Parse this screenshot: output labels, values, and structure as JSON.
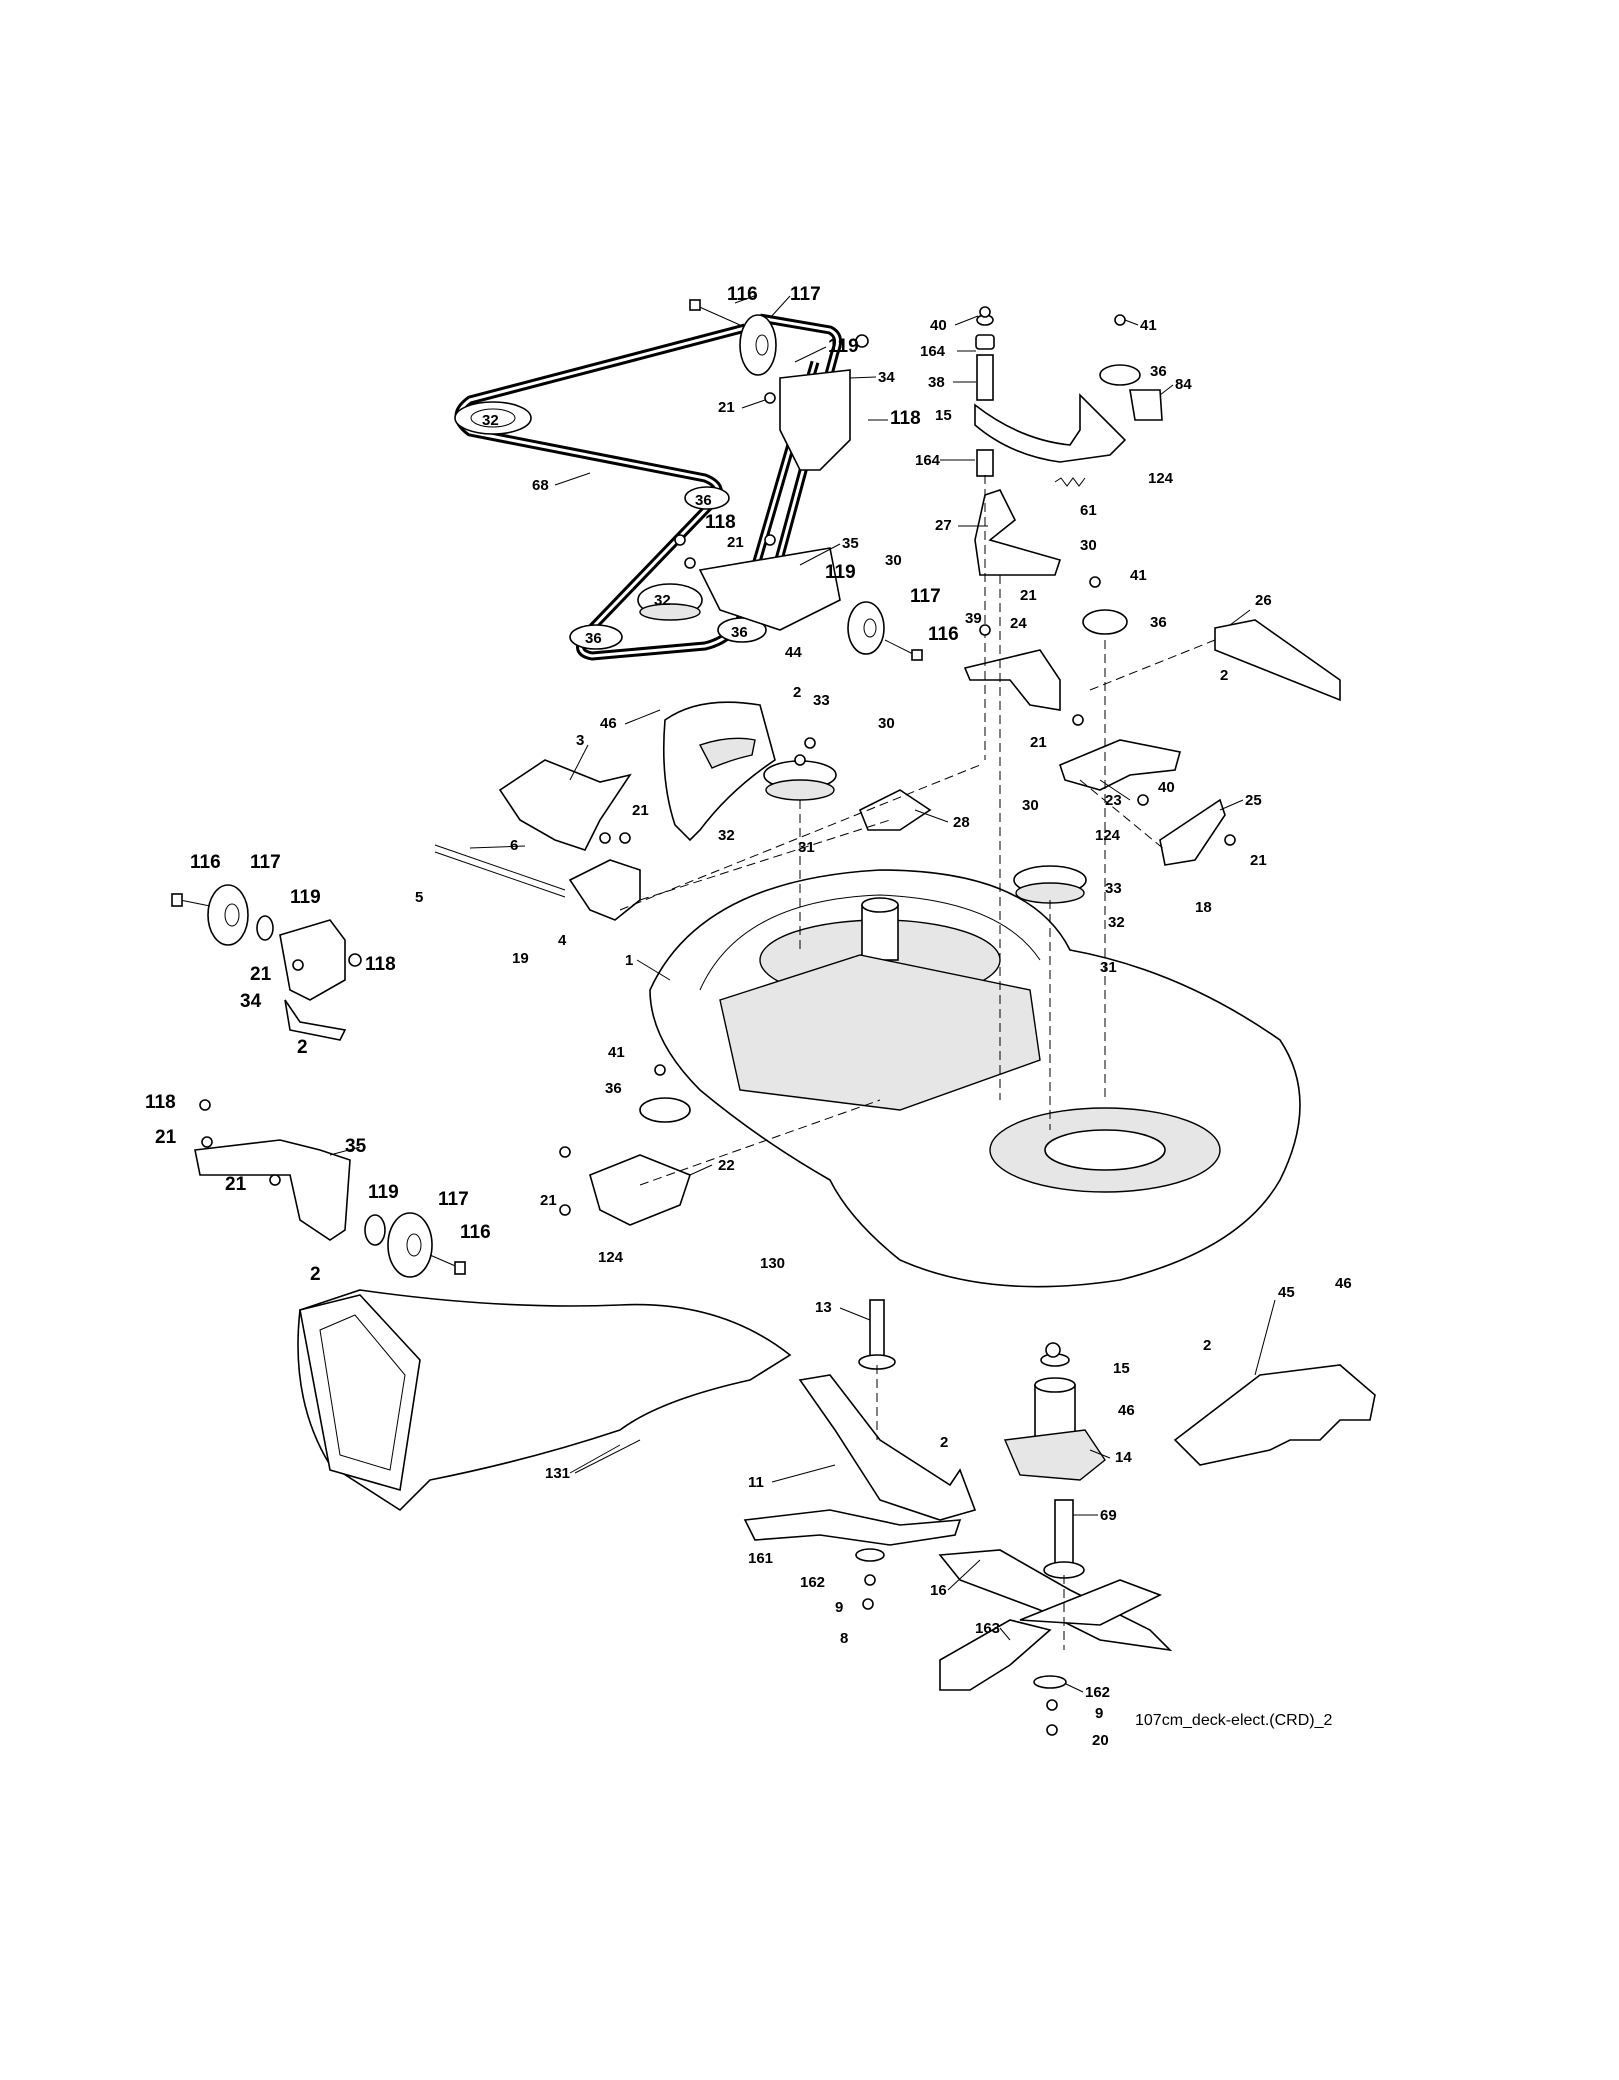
{
  "diagram": {
    "caption": "107cm_deck-elect.(CRD)_2",
    "callouts": {
      "c116a": "116",
      "c117a": "117",
      "c119a": "119",
      "c34a": "34",
      "c21a": "21",
      "c118a": "118",
      "c32a": "32",
      "c68": "68",
      "c36a": "36",
      "c118b": "118",
      "c21b": "21",
      "c35a": "35",
      "c32b": "32",
      "c119b": "119",
      "c117b": "117",
      "c36b": "36",
      "c36c": "36",
      "c116b": "116",
      "c44": "44",
      "c40": "40",
      "c164a": "164",
      "c38": "38",
      "c15a": "15",
      "c164b": "164",
      "c41a": "41",
      "c36d": "36",
      "c84": "84",
      "c124a": "124",
      "c61": "61",
      "c27": "27",
      "c30a": "30",
      "c30b": "30",
      "c41b": "41",
      "c21c": "21",
      "c39": "39",
      "c24": "24",
      "c36e": "36",
      "c26": "26",
      "c2a": "2",
      "c46a": "46",
      "c2b": "2",
      "c33a": "33",
      "c30c": "30",
      "c3": "3",
      "c32c": "32",
      "c31a": "31",
      "c28": "28",
      "c21d": "21",
      "c6": "6",
      "c5": "5",
      "c19": "19",
      "c4": "4",
      "c21e": "21",
      "c23": "23",
      "c40b": "40",
      "c25": "25",
      "c30d": "30",
      "c124b": "124",
      "c21f": "21",
      "c18": "18",
      "c33b": "33",
      "c32d": "32",
      "c31b": "31",
      "c1": "1",
      "c116c": "116",
      "c117c": "117",
      "c119c": "119",
      "c21g": "21",
      "c118c": "118",
      "c34b": "34",
      "c2c": "2",
      "c41c": "41",
      "c36f": "36",
      "c22": "22",
      "c21h": "21",
      "c124c": "124",
      "c130": "130",
      "c118d": "118",
      "c21i": "21",
      "c35b": "35",
      "c21j": "21",
      "c119d": "119",
      "c117d": "117",
      "c116d": "116",
      "c2d": "2",
      "c13": "13",
      "c15b": "15",
      "c2e": "2",
      "c46b": "46",
      "c45": "45",
      "c46c": "46",
      "c2f": "2",
      "c14": "14",
      "c131": "131",
      "c11": "11",
      "c69": "69",
      "c161": "161",
      "c162a": "162",
      "c9a": "9",
      "c8": "8",
      "c16": "16",
      "c163": "163",
      "c162b": "162",
      "c9b": "9",
      "c20": "20"
    }
  }
}
